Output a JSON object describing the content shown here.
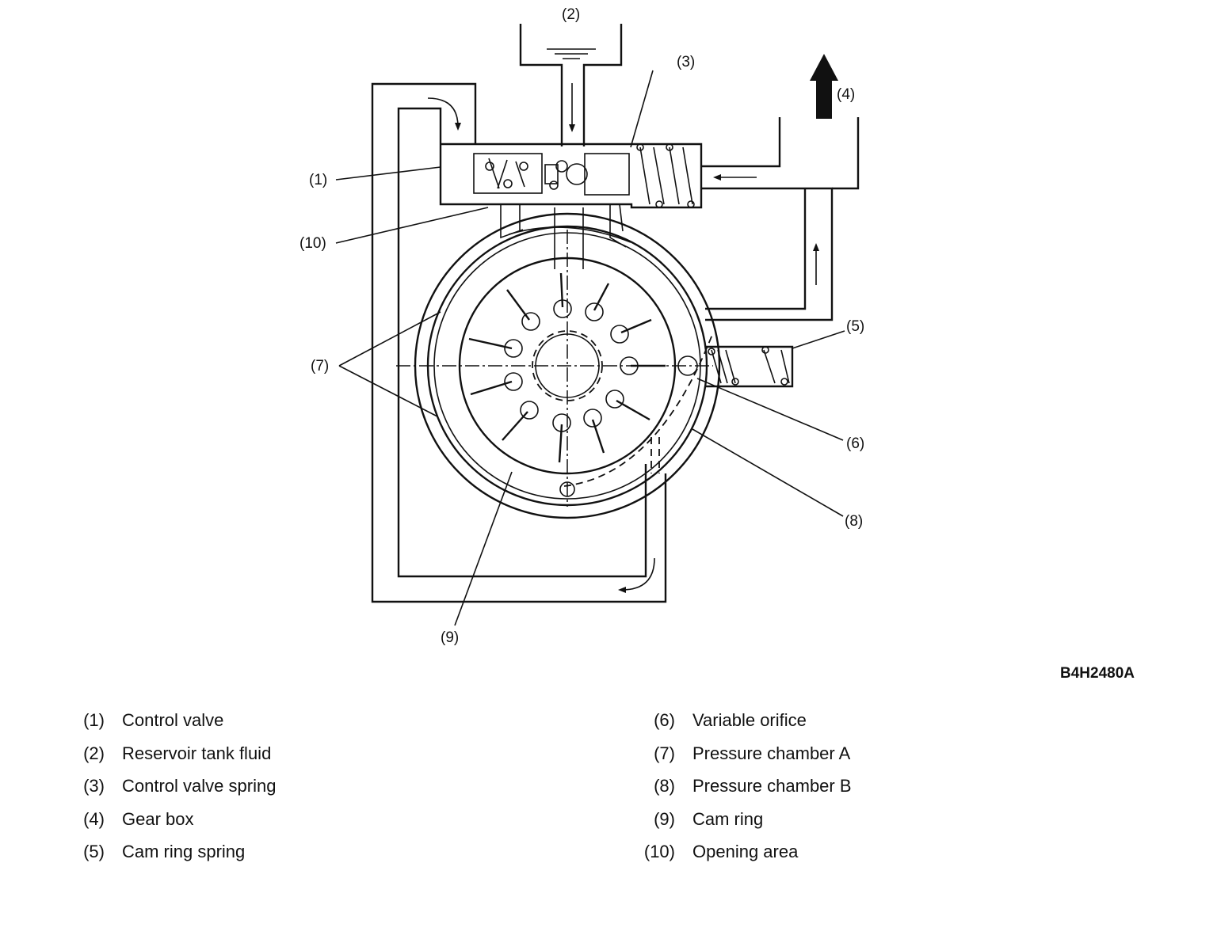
{
  "callouts": {
    "c1": "(1)",
    "c2": "(2)",
    "c3": "(3)",
    "c4": "(4)",
    "c5": "(5)",
    "c6": "(6)",
    "c7": "(7)",
    "c8": "(8)",
    "c9": "(9)",
    "c10": "(10)"
  },
  "figure_code": "B4H2480A",
  "legend": [
    {
      "num": "(1)",
      "text": "Control valve"
    },
    {
      "num": "(2)",
      "text": "Reservoir tank fluid"
    },
    {
      "num": "(3)",
      "text": "Control valve spring"
    },
    {
      "num": "(4)",
      "text": "Gear box"
    },
    {
      "num": "(5)",
      "text": "Cam ring spring"
    },
    {
      "num": "(6)",
      "text": "Variable orifice"
    },
    {
      "num": "(7)",
      "text": "Pressure chamber A"
    },
    {
      "num": "(8)",
      "text": "Pressure chamber B"
    },
    {
      "num": "(9)",
      "text": "Cam ring"
    },
    {
      "num": "(10)",
      "text": "Opening area"
    }
  ]
}
